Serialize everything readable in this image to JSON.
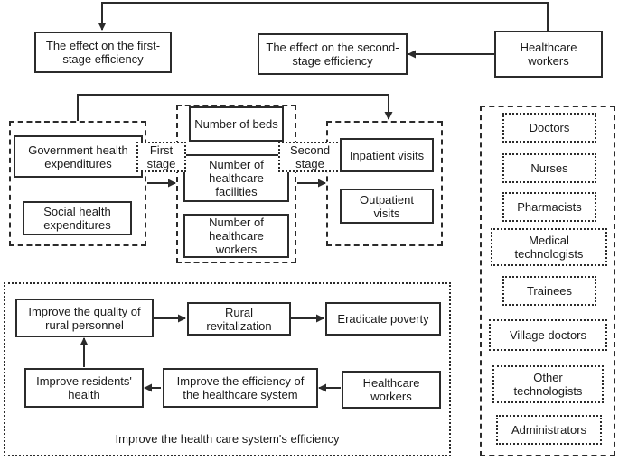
{
  "top": {
    "first_stage_effect": "The effect on the first-stage efficiency",
    "second_stage_effect": "The effect on the second-stage efficiency",
    "healthcare_workers": "Healthcare workers"
  },
  "inputs": {
    "government_health_expenditures": "Government health expenditures",
    "social_health_expenditures": "Social health expenditures"
  },
  "stage_labels": {
    "first": "First stage",
    "second": "Second stage"
  },
  "intermediate": {
    "beds": "Number of beds",
    "facilities": "Number of healthcare facilities",
    "workers": "Number of healthcare workers"
  },
  "outputs": {
    "inpatient": "Inpatient visits",
    "outpatient": "Outpatient visits"
  },
  "workforce": {
    "items": [
      "Doctors",
      "Nurses",
      "Pharmacists",
      "Medical technologists",
      "Trainees",
      "Village doctors",
      "Other technologists",
      "Administrators"
    ]
  },
  "pathway": {
    "improve_quality": "Improve the quality of rural personnel",
    "rural_revitalization": "Rural revitalization",
    "eradicate_poverty": "Eradicate poverty",
    "improve_health": "Improve residents' health",
    "improve_efficiency": "Improve the efficiency of the healthcare system",
    "healthcare_workers": "Healthcare workers",
    "caption": "Improve the health care system's efficiency"
  }
}
